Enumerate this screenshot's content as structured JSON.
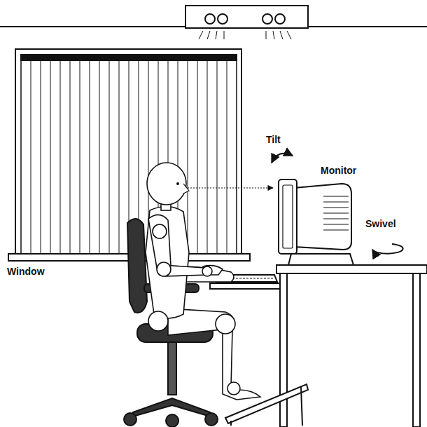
{
  "diagram": {
    "labels": [
      "Tilt",
      "Monitor",
      "Swivel",
      "Window"
    ]
  }
}
